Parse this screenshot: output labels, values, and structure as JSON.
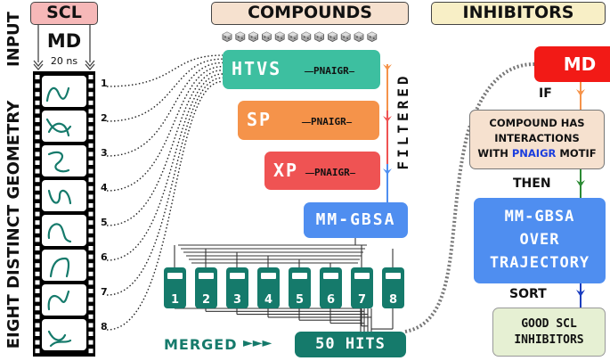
{
  "headers": {
    "scl": "SCL",
    "compounds": "COMPOUNDS",
    "inhibitors": "INHIBITORS"
  },
  "side_labels": {
    "input": "INPUT",
    "geometry": "EIGHT DISTINCT GEOMETRY"
  },
  "md_block": {
    "label": "MD",
    "time": "20 ns"
  },
  "frames": [
    "1",
    "2",
    "3",
    "4",
    "5",
    "6",
    "7",
    "8"
  ],
  "screening": {
    "htvs": "HTVS",
    "sp": "SP",
    "xp": "XP",
    "motif": "PNAIGR",
    "filtered": "FILTERED",
    "mmgbsa": "MM-GBSA"
  },
  "bins": [
    "1",
    "2",
    "3",
    "4",
    "5",
    "6",
    "7",
    "8"
  ],
  "merged": {
    "label": "MERGED",
    "arrows": "►►►",
    "hits": "50 HITS"
  },
  "right_flow": {
    "md": "MD",
    "if": "IF",
    "condition_line1": "COMPOUND HAS",
    "condition_line2": "INTERACTIONS",
    "condition_line3_prefix": "WITH",
    "condition_motif": "PNAIGR",
    "condition_line3_suffix": "MOTIF",
    "then": "THEN",
    "traj_line1": "MM-GBSA",
    "traj_line2": "OVER",
    "traj_line3": "TRAJECTORY",
    "sort": "SORT",
    "good_line1": "GOOD SCL",
    "good_line2": "INHIBITORS"
  },
  "colors": {
    "htvs": "#3dbfa0",
    "sp": "#f5934a",
    "xp": "#ef5353",
    "mmgbsa": "#4f8ef0",
    "bins": "#157a6b",
    "md_red": "#f21a16",
    "scl_header": "#f6b8b8",
    "compounds_header": "#f6e1cf",
    "inhibitors_header": "#f8efc6"
  }
}
